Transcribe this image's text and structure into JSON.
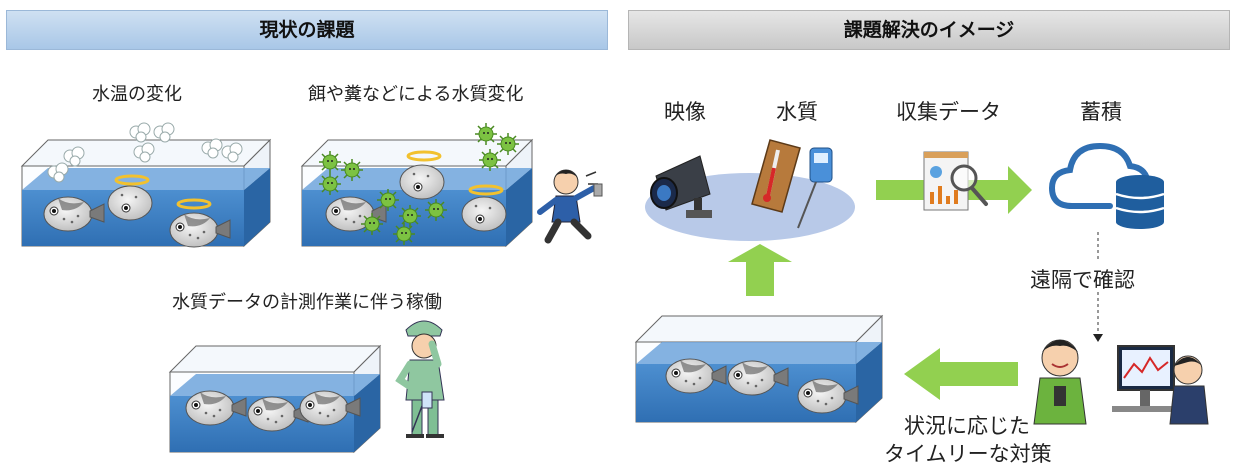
{
  "left_panel": {
    "header": "現状の課題",
    "issue_temperature": "水温の変化",
    "issue_water_quality": "餌や糞などによる水質変化",
    "issue_labor": "水質データの計測作業に伴う稼働"
  },
  "right_panel": {
    "header": "課題解決のイメージ",
    "video_label": "映像",
    "water_quality_label": "水質",
    "collected_data_label": "収集データ",
    "storage_label": "蓄積",
    "remote_check_label": "遠隔で確認",
    "action_line1": "状況に応じた",
    "action_line2": "タイムリーな対策"
  }
}
